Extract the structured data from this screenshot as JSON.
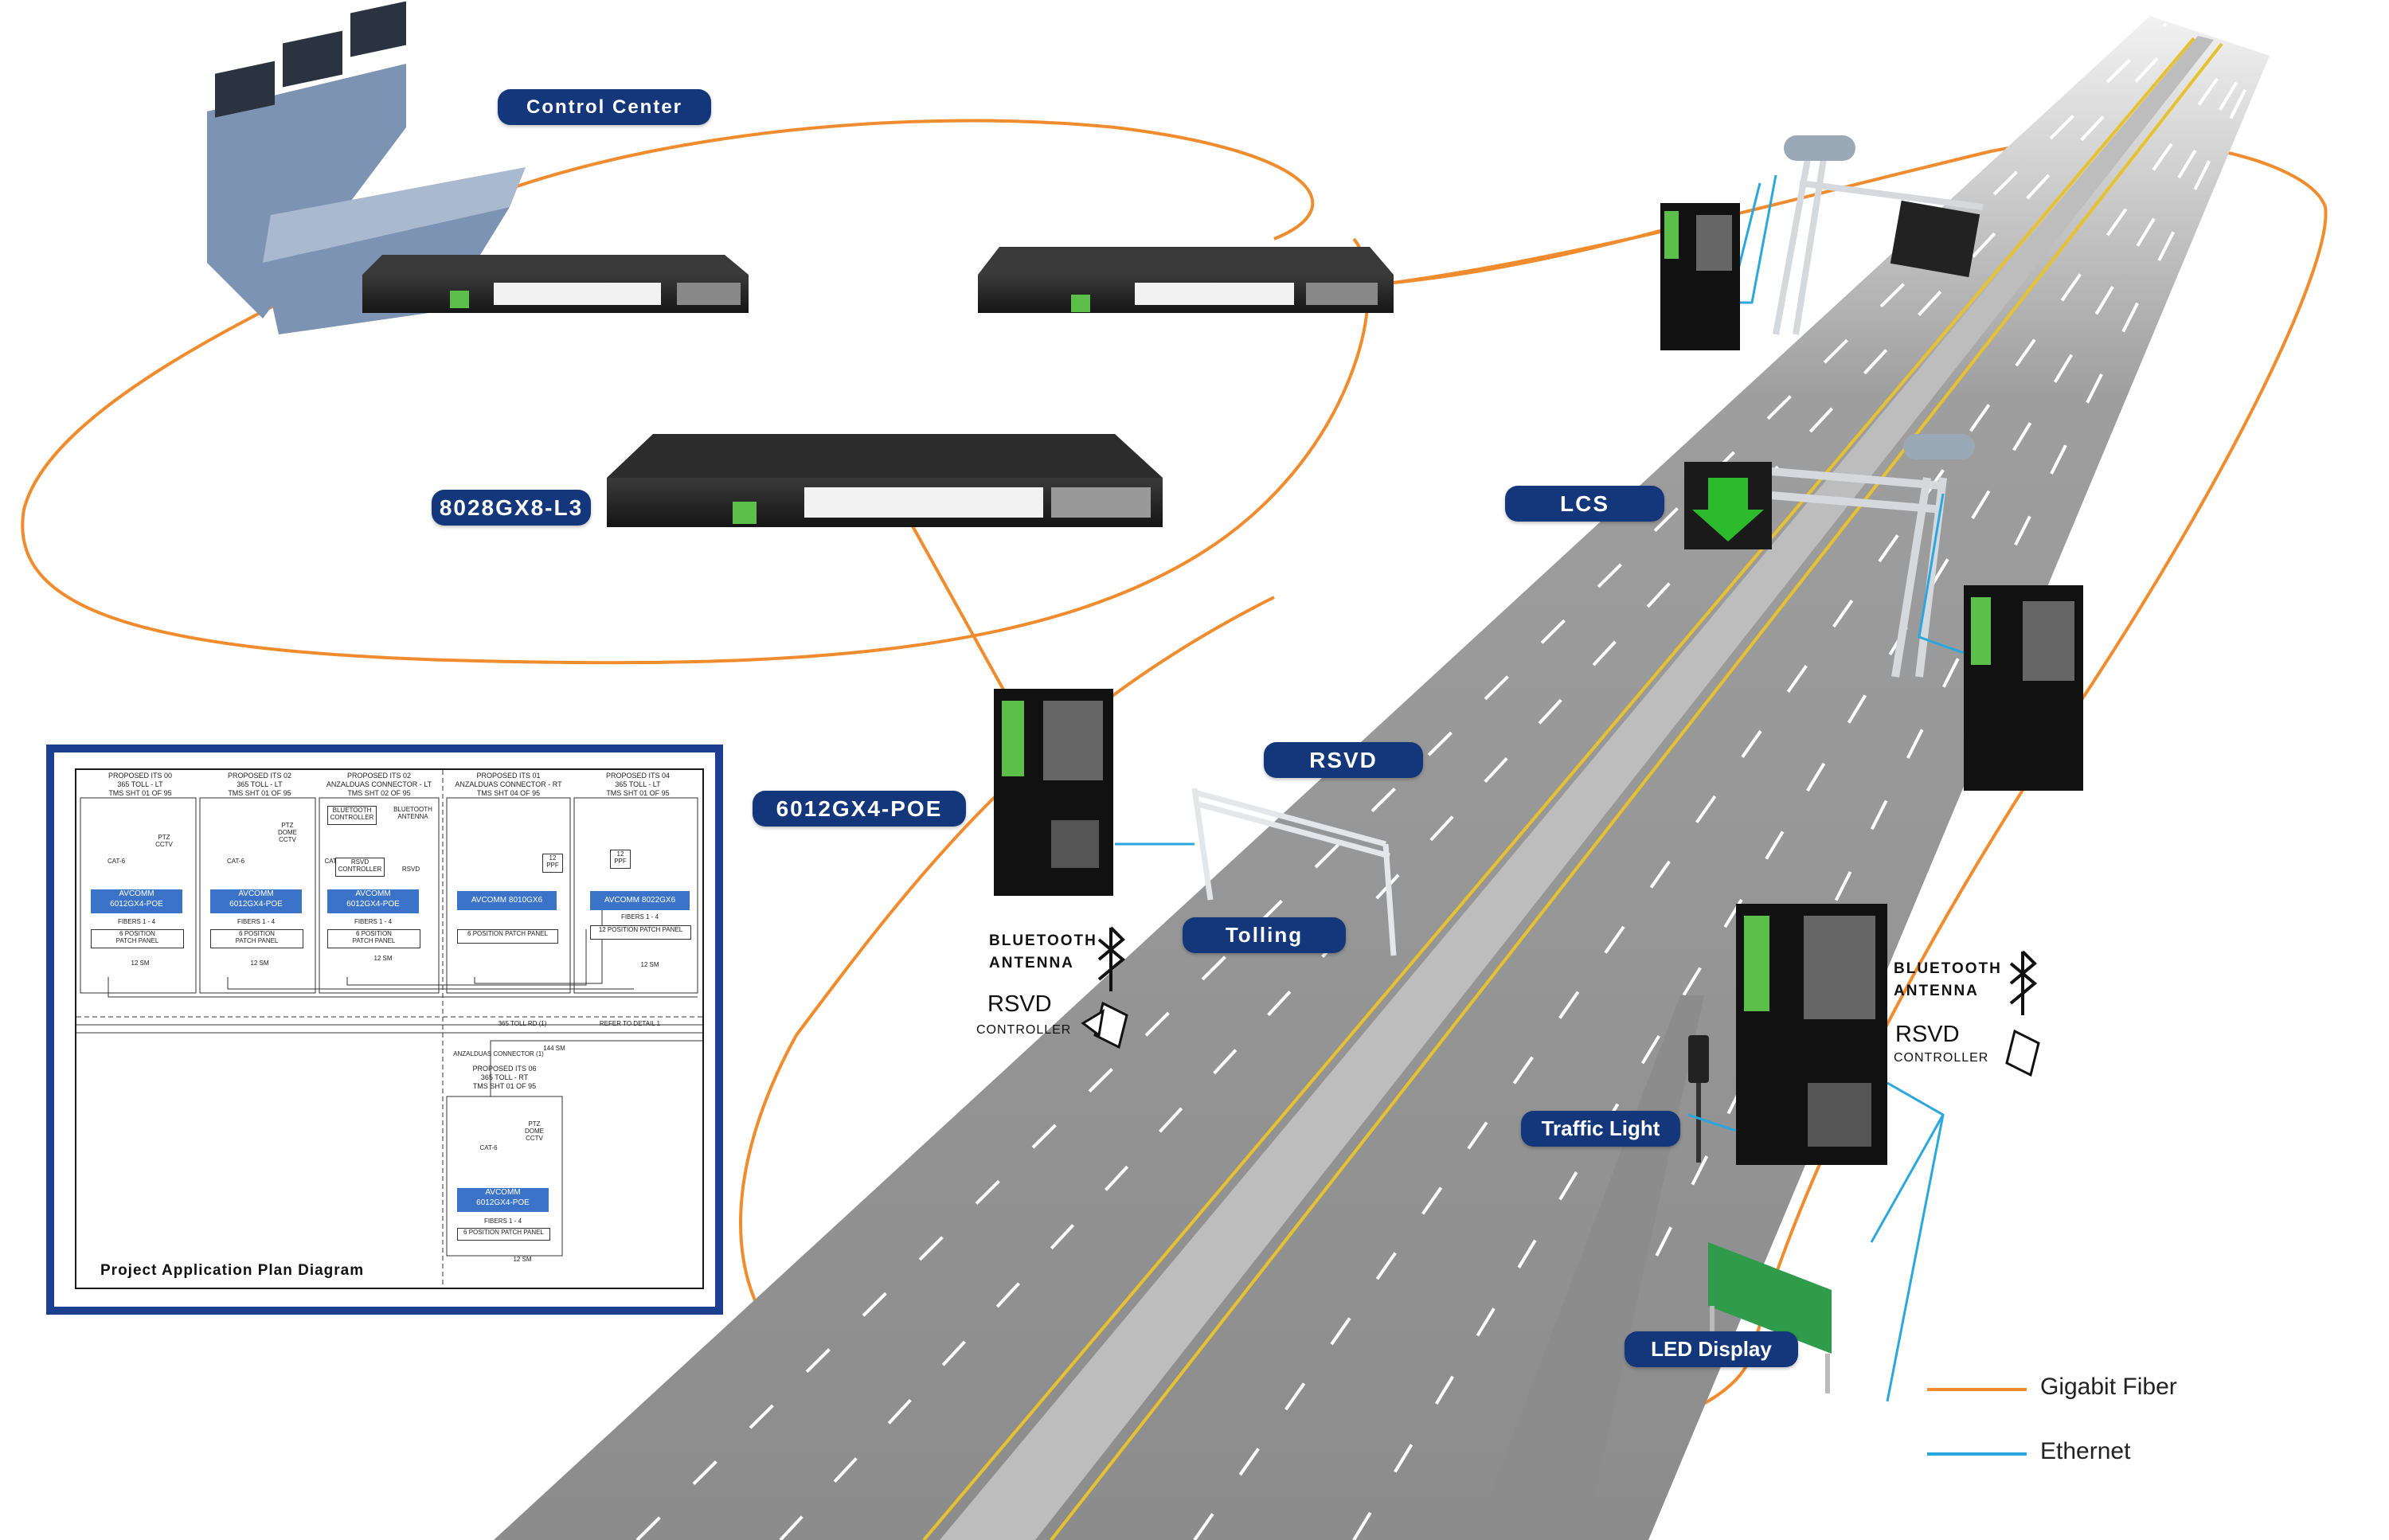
{
  "labels": {
    "control_center": "Control Center",
    "core_switch": "8028GX8-L3",
    "lcs": "LCS",
    "rsvd": "RSVD",
    "tolling": "Tolling",
    "edge_switch": "6012GX4-POE",
    "traffic_light": "Traffic Light",
    "led_display": "LED Display"
  },
  "device_annotations": {
    "left": {
      "bluetooth": [
        "BLUETOOTH",
        "ANTENNA"
      ],
      "rsvd": "RSVD",
      "controller": "CONTROLLER"
    },
    "right": {
      "bluetooth": [
        "BLUETOOTH",
        "ANTENNA"
      ],
      "rsvd": "RSVD",
      "controller": "CONTROLLER"
    }
  },
  "legend": [
    {
      "label": "Gigabit Fiber",
      "color": "#f08c2e"
    },
    {
      "label": "Ethernet",
      "color": "#2aa7df"
    }
  ],
  "plan": {
    "title": "Project Application Plan Diagram",
    "columns": [
      {
        "head": [
          "PROPOSED ITS 00",
          "365 TOLL - LT",
          "TMS SHT 01 OF 95"
        ],
        "device": [
          "AVCOMM",
          "6012GX4-POE"
        ],
        "panel": [
          "6 POSITION",
          "PATCH PANEL"
        ],
        "fibers": "FIBERS 1 - 4",
        "cat": "CAT-6",
        "extra": [
          "PTZ",
          "CCTV"
        ]
      },
      {
        "head": [
          "PROPOSED ITS 02",
          "365 TOLL - LT",
          "TMS SHT 01 OF 95"
        ],
        "device": [
          "AVCOMM",
          "6012GX4-POE"
        ],
        "panel": [
          "6 POSITION",
          "PATCH PANEL"
        ],
        "fibers": "FIBERS 1 - 4",
        "cat": "CAT-6",
        "extra": [
          "PTZ",
          "DOME",
          "CCTV"
        ]
      },
      {
        "head": [
          "PROPOSED ITS 02",
          "ANZALDUAS CONNECTOR - LT",
          "TMS SHT 02 OF 95"
        ],
        "device": [
          "AVCOMM",
          "6012GX4-POE"
        ],
        "panel": [
          "6 POSITION",
          "PATCH PANEL"
        ],
        "fibers": "FIBERS 1 - 4",
        "cat": "CAT-6",
        "extra": [
          "BLUETOOTH",
          "CONTROLLER",
          "RSVD",
          "CONTROLLER",
          "BLUETOOTH",
          "ANTENNA",
          "RSVD"
        ]
      },
      {
        "head": [
          "PROPOSED ITS 01",
          "ANZALDUAS CONNECTOR - RT",
          "TMS SHT 04 OF 95"
        ],
        "device": [
          "AVCOMM 8010GX6"
        ],
        "panel": [
          "6 POSITION PATCH PANEL"
        ],
        "fibers": "",
        "cat": "",
        "extra": [
          "12",
          "PPF"
        ]
      },
      {
        "head": [
          "PROPOSED ITS 04",
          "365 TOLL - LT",
          "TMS SHT 01 OF 95"
        ],
        "device": [
          "AVCOMM 8022GX6"
        ],
        "panel": [
          "12 POSITION PATCH PANEL"
        ],
        "fibers": "FIBERS 1 - 4",
        "cat": "",
        "extra": [
          "12",
          "PPF"
        ]
      }
    ],
    "bottom": {
      "head": [
        "PROPOSED ITS 06",
        "365 TOLL - RT",
        "TMS SHT 01 OF 95"
      ],
      "device": [
        "AVCOMM",
        "6012GX4-POE"
      ],
      "panel": [
        "6 POSITION PATCH PANEL"
      ],
      "fibers": "FIBERS 1 - 4",
      "cat": "CAT-6",
      "extra": [
        "PTZ",
        "DOME",
        "CCTV"
      ]
    },
    "notes": {
      "sm1": "12 SM",
      "sm2": "12 SM",
      "sm3": "12 SM",
      "sm4": "12 SM",
      "sm5": "144 SM",
      "sm6": "12 SM",
      "toll": "365 TOLL RD (1)",
      "refer": "REFER TO DETAIL 1",
      "anz": "ANZALDUAS CONNECTOR (1)"
    }
  },
  "colors": {
    "fiber": "#f08c2e",
    "ethernet": "#2aa7df",
    "pill": "#13377a",
    "plan_border": "#1c3f8f",
    "device_blue": "#3b73c9",
    "road": "#8f8f8f",
    "led_green": "#2e9c4a"
  }
}
